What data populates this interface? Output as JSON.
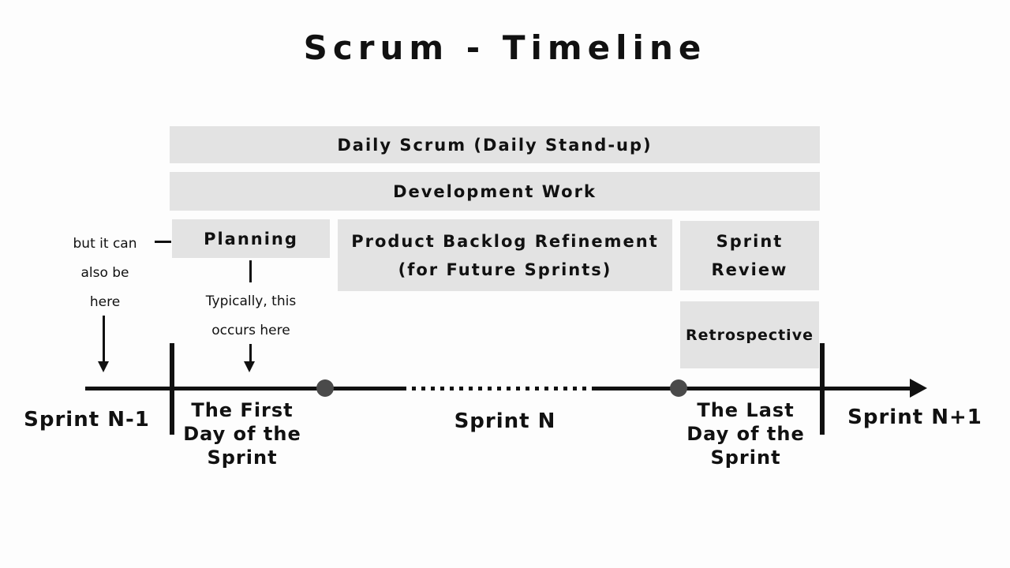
{
  "title": "Scrum - Timeline",
  "activities": {
    "daily_scrum": "Daily Scrum (Daily Stand-up)",
    "development_work": "Development Work",
    "planning": "Planning",
    "backlog_refinement": {
      "line1": "Product Backlog Refinement",
      "line2": "(for Future Sprints)"
    },
    "sprint_review": {
      "line1": "Sprint",
      "line2": "Review"
    },
    "retrospective": "Retrospective"
  },
  "annotations": {
    "also_here": {
      "line1": "but it can",
      "line2": "also be",
      "line3": "here"
    },
    "typically": {
      "line1": "Typically, this",
      "line2": "occurs here"
    }
  },
  "timeline": {
    "sprint_prev": "Sprint N-1",
    "first_day": {
      "line1": "The First",
      "line2": "Day of the",
      "line3": "Sprint"
    },
    "sprint_current": "Sprint N",
    "last_day": {
      "line1": "The Last",
      "line2": "Day of the",
      "line3": "Sprint"
    },
    "sprint_next": "Sprint N+1"
  },
  "colors": {
    "background": "#fdfdfd",
    "box_bg": "#e3e3e3",
    "ink": "#111111",
    "dot": "#4a4a4a"
  }
}
